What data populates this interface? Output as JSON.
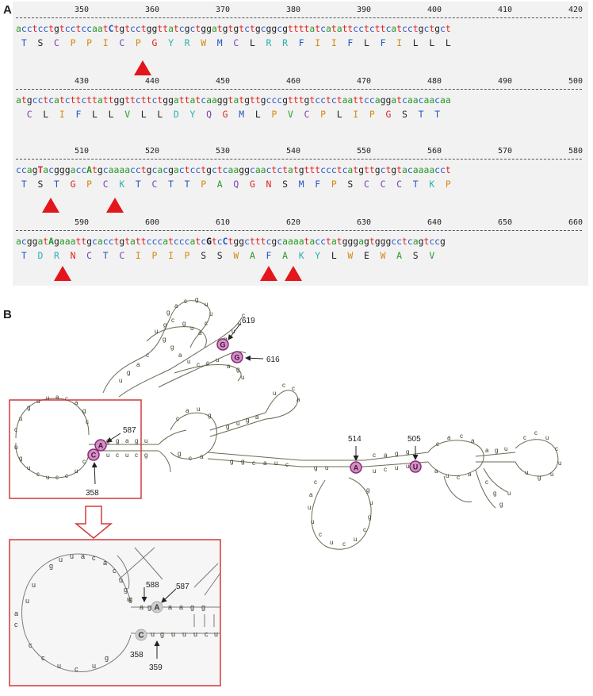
{
  "panel_a": {
    "label": "A",
    "blocks": [
      {
        "ticks": [
          "350",
          "360",
          "370",
          "380",
          "390",
          "400",
          "410",
          "420"
        ],
        "dna": "acctcctgtcctccaatCtgtcctggttatcgctggatgtgtctgcggcgttttatcatattcctcttcatcctgctgct",
        "aa": " T  S  C  P  P  I  C  P  G  Y  R  W  M  C  L  R  R  F  I  I  F  L  F  I  L  L  L"
      },
      {
        "ticks": [
          "430",
          "440",
          "450",
          "460",
          "470",
          "480",
          "490",
          "500"
        ],
        "dna": "atgcctcatcttcttattggttcttctggattatcaaggtatgttgcccgtttgtcctctaattccaggatcaacaacaa",
        "aa": "  C  L  I  F  L  L  V  L  L  D  Y  Q  G  M  L  P  V  C  P  L  I  P  G  S  T  T"
      },
      {
        "ticks": [
          "510",
          "520",
          "530",
          "540",
          "550",
          "560",
          "570",
          "580"
        ],
        "dna": "ccagTacgggaccAtgcaaaacctgcacgactcctgctcaaggcaactctatgtttccctcatgttgctgtacaaaacct",
        "aa": " T  S  T  G  P  C  K  T  C  T  T  P  A  Q  G  N  S  M  F  P  S  C  C  C  T  K  P"
      },
      {
        "ticks": [
          "590",
          "600",
          "610",
          "620",
          "630",
          "640",
          "650",
          "660"
        ],
        "dna": "acggatAgaaattgcacctgtattcccatcccatcGtcCtggctttcgcaaaatacctatgggagtgggcctcagtccg",
        "aa": " T  D  R  N  C  T  C  I  P  I  P  S  S  W  A  F  A  K  Y  L  W  E  W  A  S  V"
      }
    ]
  },
  "panel_b": {
    "label": "B",
    "annotations": {
      "a619": "619",
      "a616": "616",
      "a587": "587",
      "a358": "358",
      "a514": "514",
      "a505": "505",
      "z588": "588",
      "z587": "587",
      "z358": "358",
      "z359": "359"
    },
    "highlighted_bases": {
      "g619": "G",
      "g616": "G",
      "a587": "A",
      "c358": "C",
      "a514": "A",
      "u505": "U",
      "z_a587": "A",
      "z_c358": "C"
    },
    "zoom_bases": {
      "top_stem": [
        "g",
        "a",
        "g",
        "A",
        "a",
        "a",
        "g",
        "g"
      ],
      "bottom_stem": [
        "C",
        "u",
        "g",
        "u",
        "u",
        "u",
        "c",
        "u"
      ],
      "loop_left": [
        "u",
        "u",
        "a",
        "c",
        "c",
        "c",
        "u",
        "c",
        "u",
        "g"
      ],
      "loop_top": [
        "g",
        "u",
        "u",
        "a",
        "c",
        "a",
        "c",
        "u",
        "g",
        "u"
      ]
    }
  },
  "colors": {
    "a": "#2a9a2a",
    "c": "#2456c8",
    "g": "#222222",
    "t": "#e0241f",
    "aa_palette": [
      "#2456c8",
      "#e0241f",
      "#2a9a2a",
      "#d48a12",
      "#7a3fb0",
      "#2bb0b0",
      "#222222"
    ],
    "marker": "#e3161c",
    "highlight_fill": "#c2459a",
    "highlight_ring": "#8a2c7a",
    "zoom_border": "#d23a3a"
  }
}
